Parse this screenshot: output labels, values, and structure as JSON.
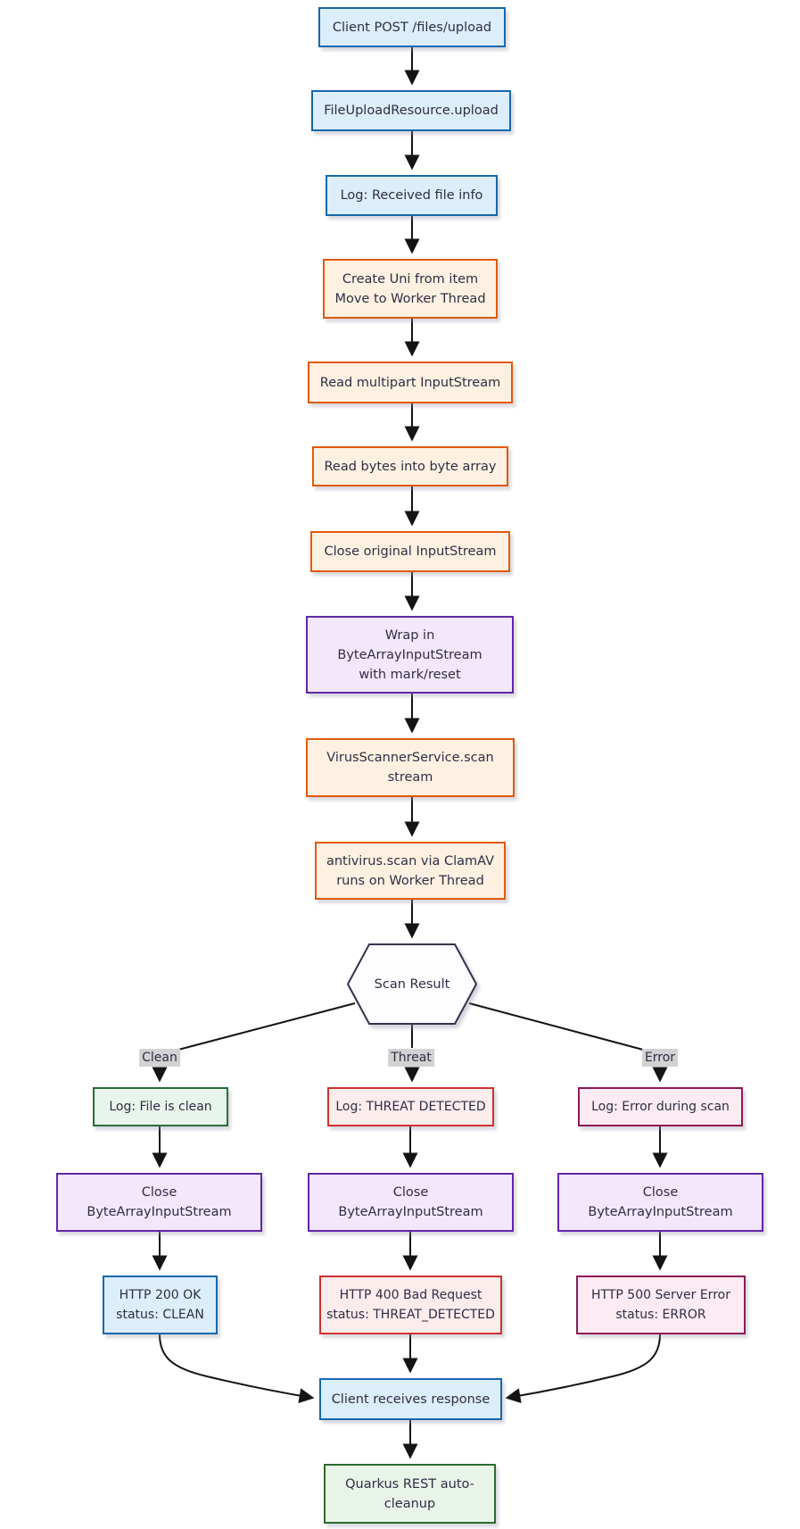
{
  "diagram": {
    "title": "File upload virus-scan flowchart",
    "palette": {
      "blue": {
        "fill": "#dcedfb",
        "border": "#1767ac"
      },
      "orange": {
        "fill": "#fef1e1",
        "border": "#e2590d"
      },
      "purple": {
        "fill": "#f3e7fb",
        "border": "#6127a8"
      },
      "green": {
        "fill": "#e9f5ec",
        "border": "#27703a"
      },
      "green_dark": {
        "fill": "#e9f4e9",
        "border": "#2e6b2e"
      },
      "red": {
        "fill": "#fdecec",
        "border": "#d23131"
      },
      "maroon": {
        "fill": "#fcebf3",
        "border": "#8f1a56"
      },
      "hexagon": {
        "fill": "#fdfdff",
        "border": "#33334f"
      },
      "edge_line": "#141414",
      "edge_label_bg": "#d2d2d2",
      "text": "#2e2e45"
    },
    "nodes": {
      "client_post": {
        "label": "Client POST /files/upload",
        "style": "blue"
      },
      "upload_resource": {
        "label": "FileUploadResource.upload",
        "style": "blue"
      },
      "log_received": {
        "label": "Log: Received file info",
        "style": "blue"
      },
      "create_uni": {
        "label": "Create Uni from item\nMove to Worker Thread",
        "style": "orange"
      },
      "read_multipart": {
        "label": "Read multipart InputStream",
        "style": "orange"
      },
      "read_bytes": {
        "label": "Read bytes into byte array",
        "style": "orange"
      },
      "close_original": {
        "label": "Close original InputStream",
        "style": "orange"
      },
      "wrap_stream": {
        "label": "Wrap in\nByteArrayInputStream\nwith mark/reset",
        "style": "purple"
      },
      "scan_service": {
        "label": "VirusScannerService.scan\nstream",
        "style": "orange"
      },
      "antivirus_scan": {
        "label": "antivirus.scan via ClamAV\nruns on Worker Thread",
        "style": "orange"
      },
      "scan_result": {
        "label": "Scan Result",
        "style": "hexagon"
      },
      "log_clean": {
        "label": "Log: File is clean",
        "style": "green"
      },
      "log_threat": {
        "label": "Log: THREAT DETECTED",
        "style": "red"
      },
      "log_error": {
        "label": "Log: Error during scan",
        "style": "maroon"
      },
      "close_clean": {
        "label": "Close\nByteArrayInputStream",
        "style": "purple"
      },
      "close_threat": {
        "label": "Close\nByteArrayInputStream",
        "style": "purple"
      },
      "close_error": {
        "label": "Close\nByteArrayInputStream",
        "style": "purple"
      },
      "http_200": {
        "label": "HTTP 200 OK\nstatus: CLEAN",
        "style": "blue"
      },
      "http_400": {
        "label": "HTTP 400 Bad Request\nstatus: THREAT_DETECTED",
        "style": "red"
      },
      "http_500": {
        "label": "HTTP 500 Server Error\nstatus: ERROR",
        "style": "maroon"
      },
      "client_response": {
        "label": "Client receives response",
        "style": "blue"
      },
      "quarkus_cleanup": {
        "label": "Quarkus REST auto-\ncleanup",
        "style": "green_dark"
      }
    },
    "edge_labels": {
      "clean": "Clean",
      "threat": "Threat",
      "error": "Error"
    },
    "edges": [
      {
        "from": "client_post",
        "to": "upload_resource"
      },
      {
        "from": "upload_resource",
        "to": "log_received"
      },
      {
        "from": "log_received",
        "to": "create_uni"
      },
      {
        "from": "create_uni",
        "to": "read_multipart"
      },
      {
        "from": "read_multipart",
        "to": "read_bytes"
      },
      {
        "from": "read_bytes",
        "to": "close_original"
      },
      {
        "from": "close_original",
        "to": "wrap_stream"
      },
      {
        "from": "wrap_stream",
        "to": "scan_service"
      },
      {
        "from": "scan_service",
        "to": "antivirus_scan"
      },
      {
        "from": "antivirus_scan",
        "to": "scan_result"
      },
      {
        "from": "scan_result",
        "to": "log_clean",
        "label": "Clean"
      },
      {
        "from": "scan_result",
        "to": "log_threat",
        "label": "Threat"
      },
      {
        "from": "scan_result",
        "to": "log_error",
        "label": "Error"
      },
      {
        "from": "log_clean",
        "to": "close_clean"
      },
      {
        "from": "log_threat",
        "to": "close_threat"
      },
      {
        "from": "log_error",
        "to": "close_error"
      },
      {
        "from": "close_clean",
        "to": "http_200"
      },
      {
        "from": "close_threat",
        "to": "http_400"
      },
      {
        "from": "close_error",
        "to": "http_500"
      },
      {
        "from": "http_200",
        "to": "client_response"
      },
      {
        "from": "http_400",
        "to": "client_response"
      },
      {
        "from": "http_500",
        "to": "client_response"
      },
      {
        "from": "client_response",
        "to": "quarkus_cleanup"
      }
    ]
  }
}
